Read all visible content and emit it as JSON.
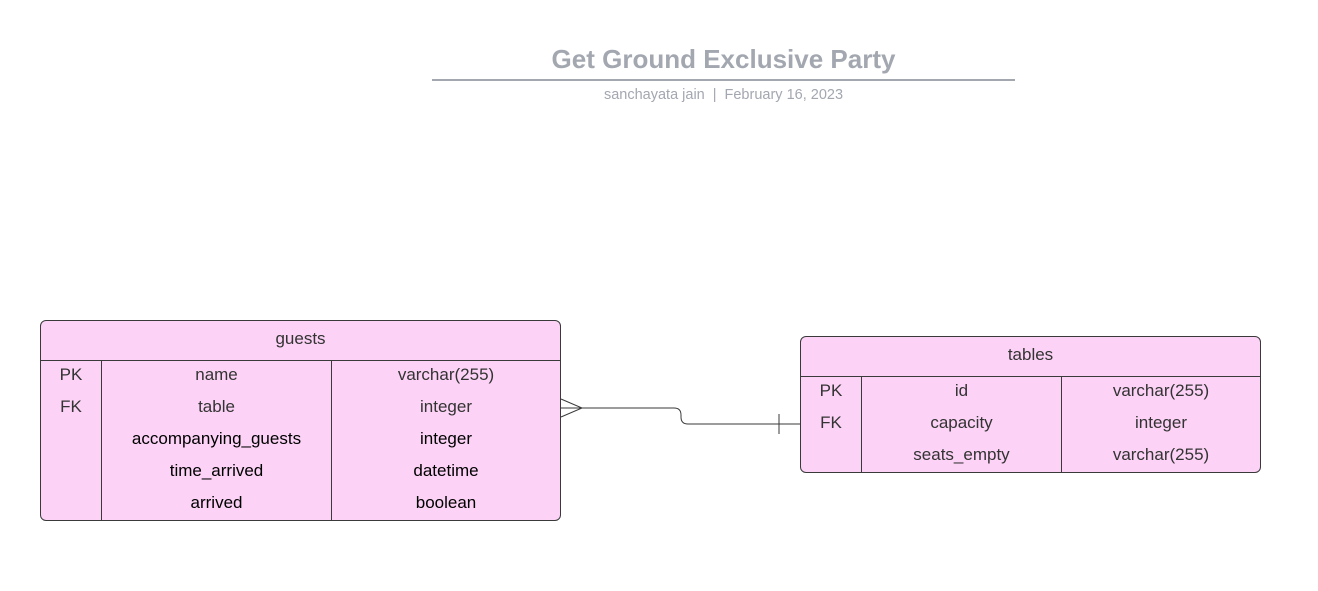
{
  "header": {
    "title": "Get Ground Exclusive Party",
    "author": "sanchayata jain",
    "separator": "|",
    "date": "February 16, 2023"
  },
  "entities": {
    "guests": {
      "name": "guests",
      "fill_color": "#fcd3f6",
      "rows": [
        {
          "key": "PK",
          "attribute": "name",
          "type": "varchar(255)"
        },
        {
          "key": "FK",
          "attribute": "table",
          "type": "integer"
        },
        {
          "key": "",
          "attribute": "accompanying_guests",
          "type": "integer"
        },
        {
          "key": "",
          "attribute": "time_arrived",
          "type": "datetime"
        },
        {
          "key": "",
          "attribute": "arrived",
          "type": "boolean"
        }
      ]
    },
    "tables": {
      "name": "tables",
      "fill_color": "#fcd3f6",
      "rows": [
        {
          "key": "PK",
          "attribute": "id",
          "type": "varchar(255)"
        },
        {
          "key": "FK",
          "attribute": "capacity",
          "type": "integer"
        },
        {
          "key": "",
          "attribute": "seats_empty",
          "type": "varchar(255)"
        }
      ]
    }
  },
  "relationship": {
    "from": "guests",
    "to": "tables",
    "from_cardinality": "many",
    "to_cardinality": "one"
  }
}
